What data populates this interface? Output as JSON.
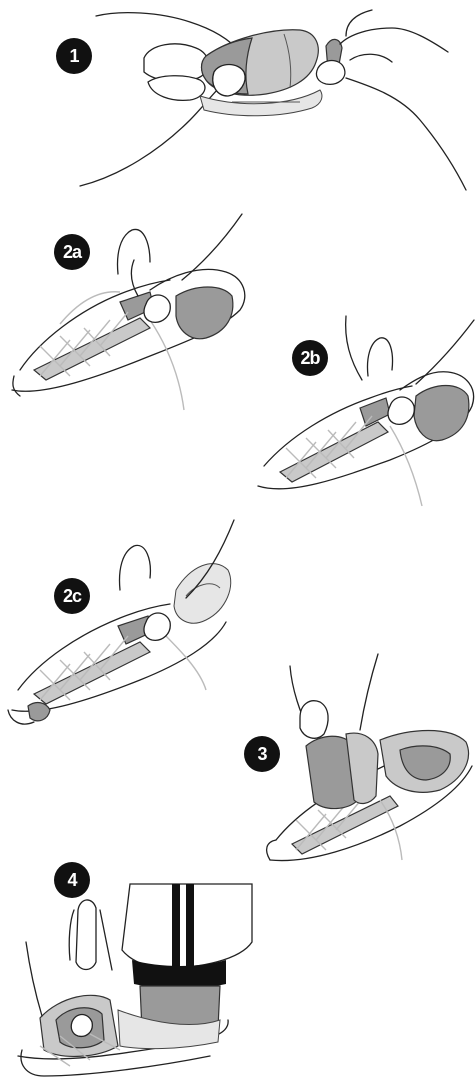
{
  "steps": [
    {
      "id": "1",
      "label": "1"
    },
    {
      "id": "2a",
      "label": "2a"
    },
    {
      "id": "2b",
      "label": "2b"
    },
    {
      "id": "2c",
      "label": "2c"
    },
    {
      "id": "3",
      "label": "3"
    },
    {
      "id": "4",
      "label": "4"
    }
  ]
}
